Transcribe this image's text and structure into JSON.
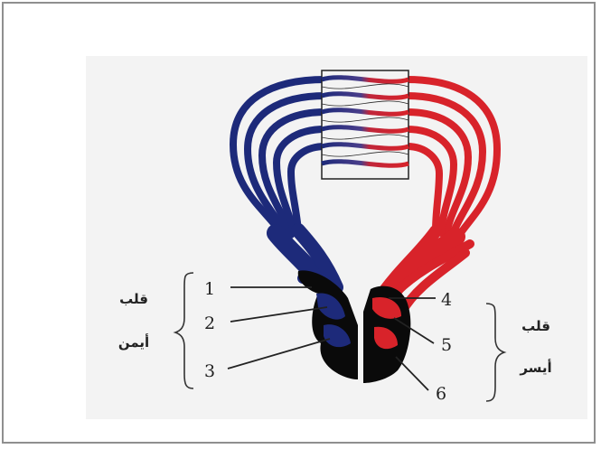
{
  "diagram": {
    "colors": {
      "deoxygenated": "#1d2a7a",
      "oxygenated": "#d8232a",
      "heart": "#0a0a0a"
    },
    "callouts": [
      {
        "id": "1",
        "text": "1"
      },
      {
        "id": "2",
        "text": "2"
      },
      {
        "id": "3",
        "text": "3"
      },
      {
        "id": "4",
        "text": "4"
      },
      {
        "id": "5",
        "text": "5"
      },
      {
        "id": "6",
        "text": "6"
      }
    ],
    "right_heart_label": {
      "line1": "قلب",
      "line2": "أيمن"
    },
    "left_heart_label": {
      "line1": "قلب",
      "line2": "أيسر"
    }
  }
}
